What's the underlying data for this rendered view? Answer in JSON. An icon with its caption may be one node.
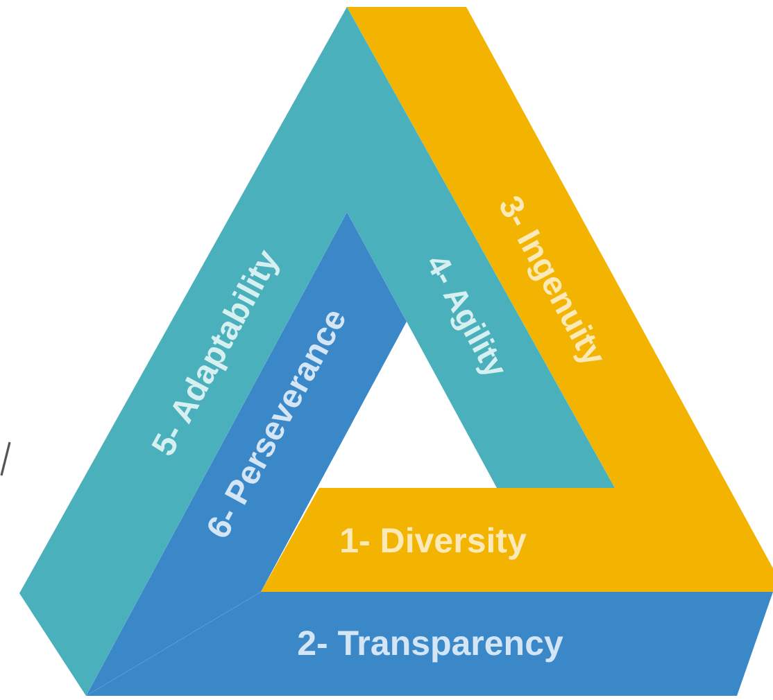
{
  "diagram": {
    "nodes": [
      {
        "text": [
          "3- Ingenuity"
        ]
      },
      {
        "text": [
          "4- Agility"
        ]
      },
      {
        "text": [
          "5- Adaptability"
        ]
      },
      {
        "text": [
          "6- Perseverance"
        ]
      },
      {
        "text": [
          "1- Diversity"
        ]
      },
      {
        "text": [
          "2- Transparency"
        ]
      }
    ]
  }
}
